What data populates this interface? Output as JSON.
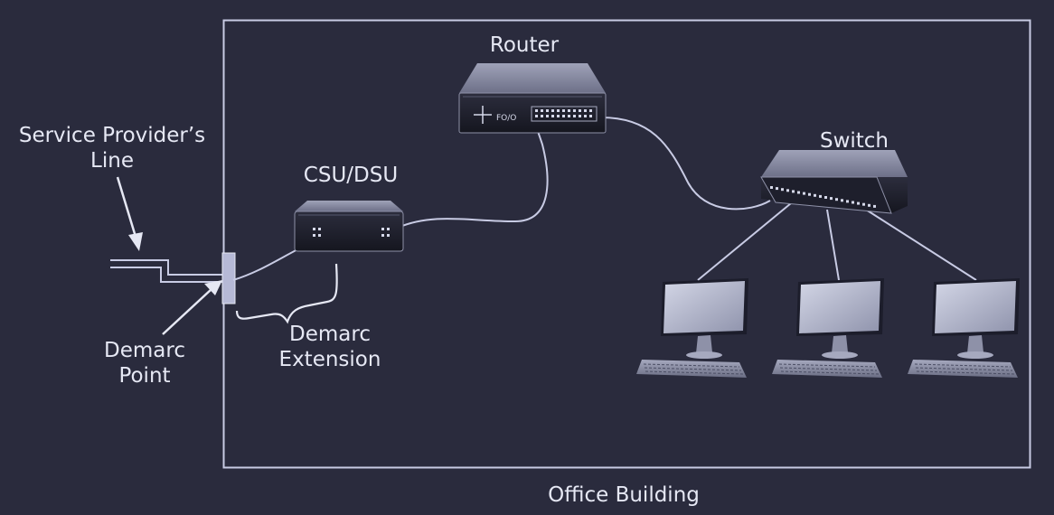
{
  "labels": {
    "router": "Router",
    "switch": "Switch",
    "csu_dsu": "CSU/DSU",
    "service_provider_line": [
      "Service Provider’s",
      "Line"
    ],
    "demarc_point": [
      "Demarc",
      "Point"
    ],
    "demarc_extension": [
      "Demarc",
      "Extension"
    ],
    "office_building": "Office Building",
    "router_port_text": "FO/O"
  },
  "colors": {
    "background": "#2a2b3d",
    "line": "#c8cbe4",
    "device_dark": "#1c1d2b",
    "device_light": "#8e91a8",
    "monitor_screen": "#b9bdd3",
    "text": "#e6e8f4"
  }
}
